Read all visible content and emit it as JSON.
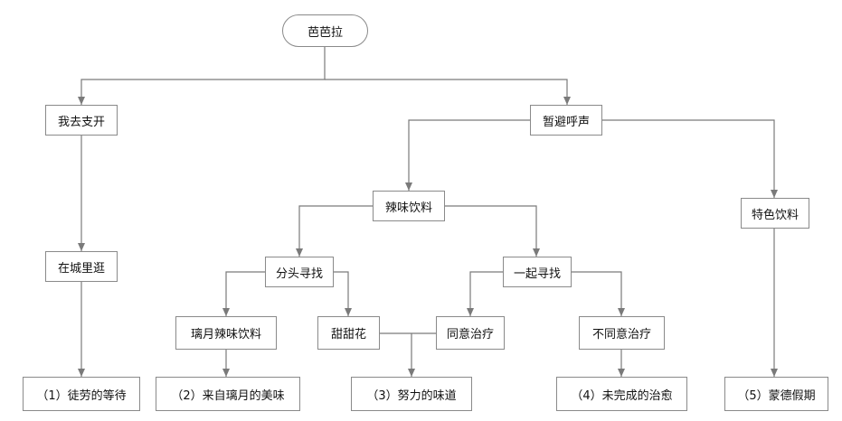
{
  "diagram": {
    "line_color": "#7a7a7a",
    "node_border_color": "#8a8a8a",
    "nodes": {
      "root": "芭芭拉",
      "n_go_away": "我去支开",
      "n_wander": "在城里逛",
      "n_cheer": "暂避呼声",
      "n_spicy": "辣味饮料",
      "n_special": "特色饮料",
      "n_split": "分头寻找",
      "n_together": "一起寻找",
      "n_liyue": "璃月辣味饮料",
      "n_sweet": "甜甜花",
      "n_agree": "同意治疗",
      "n_disagree": "不同意治疗",
      "e1": "（1）徒劳的等待",
      "e2": "（2）来自璃月的美味",
      "e3": "（3）努力的味道",
      "e4": "（4）未完成的治愈",
      "e5": "（5）蒙德假期"
    }
  }
}
